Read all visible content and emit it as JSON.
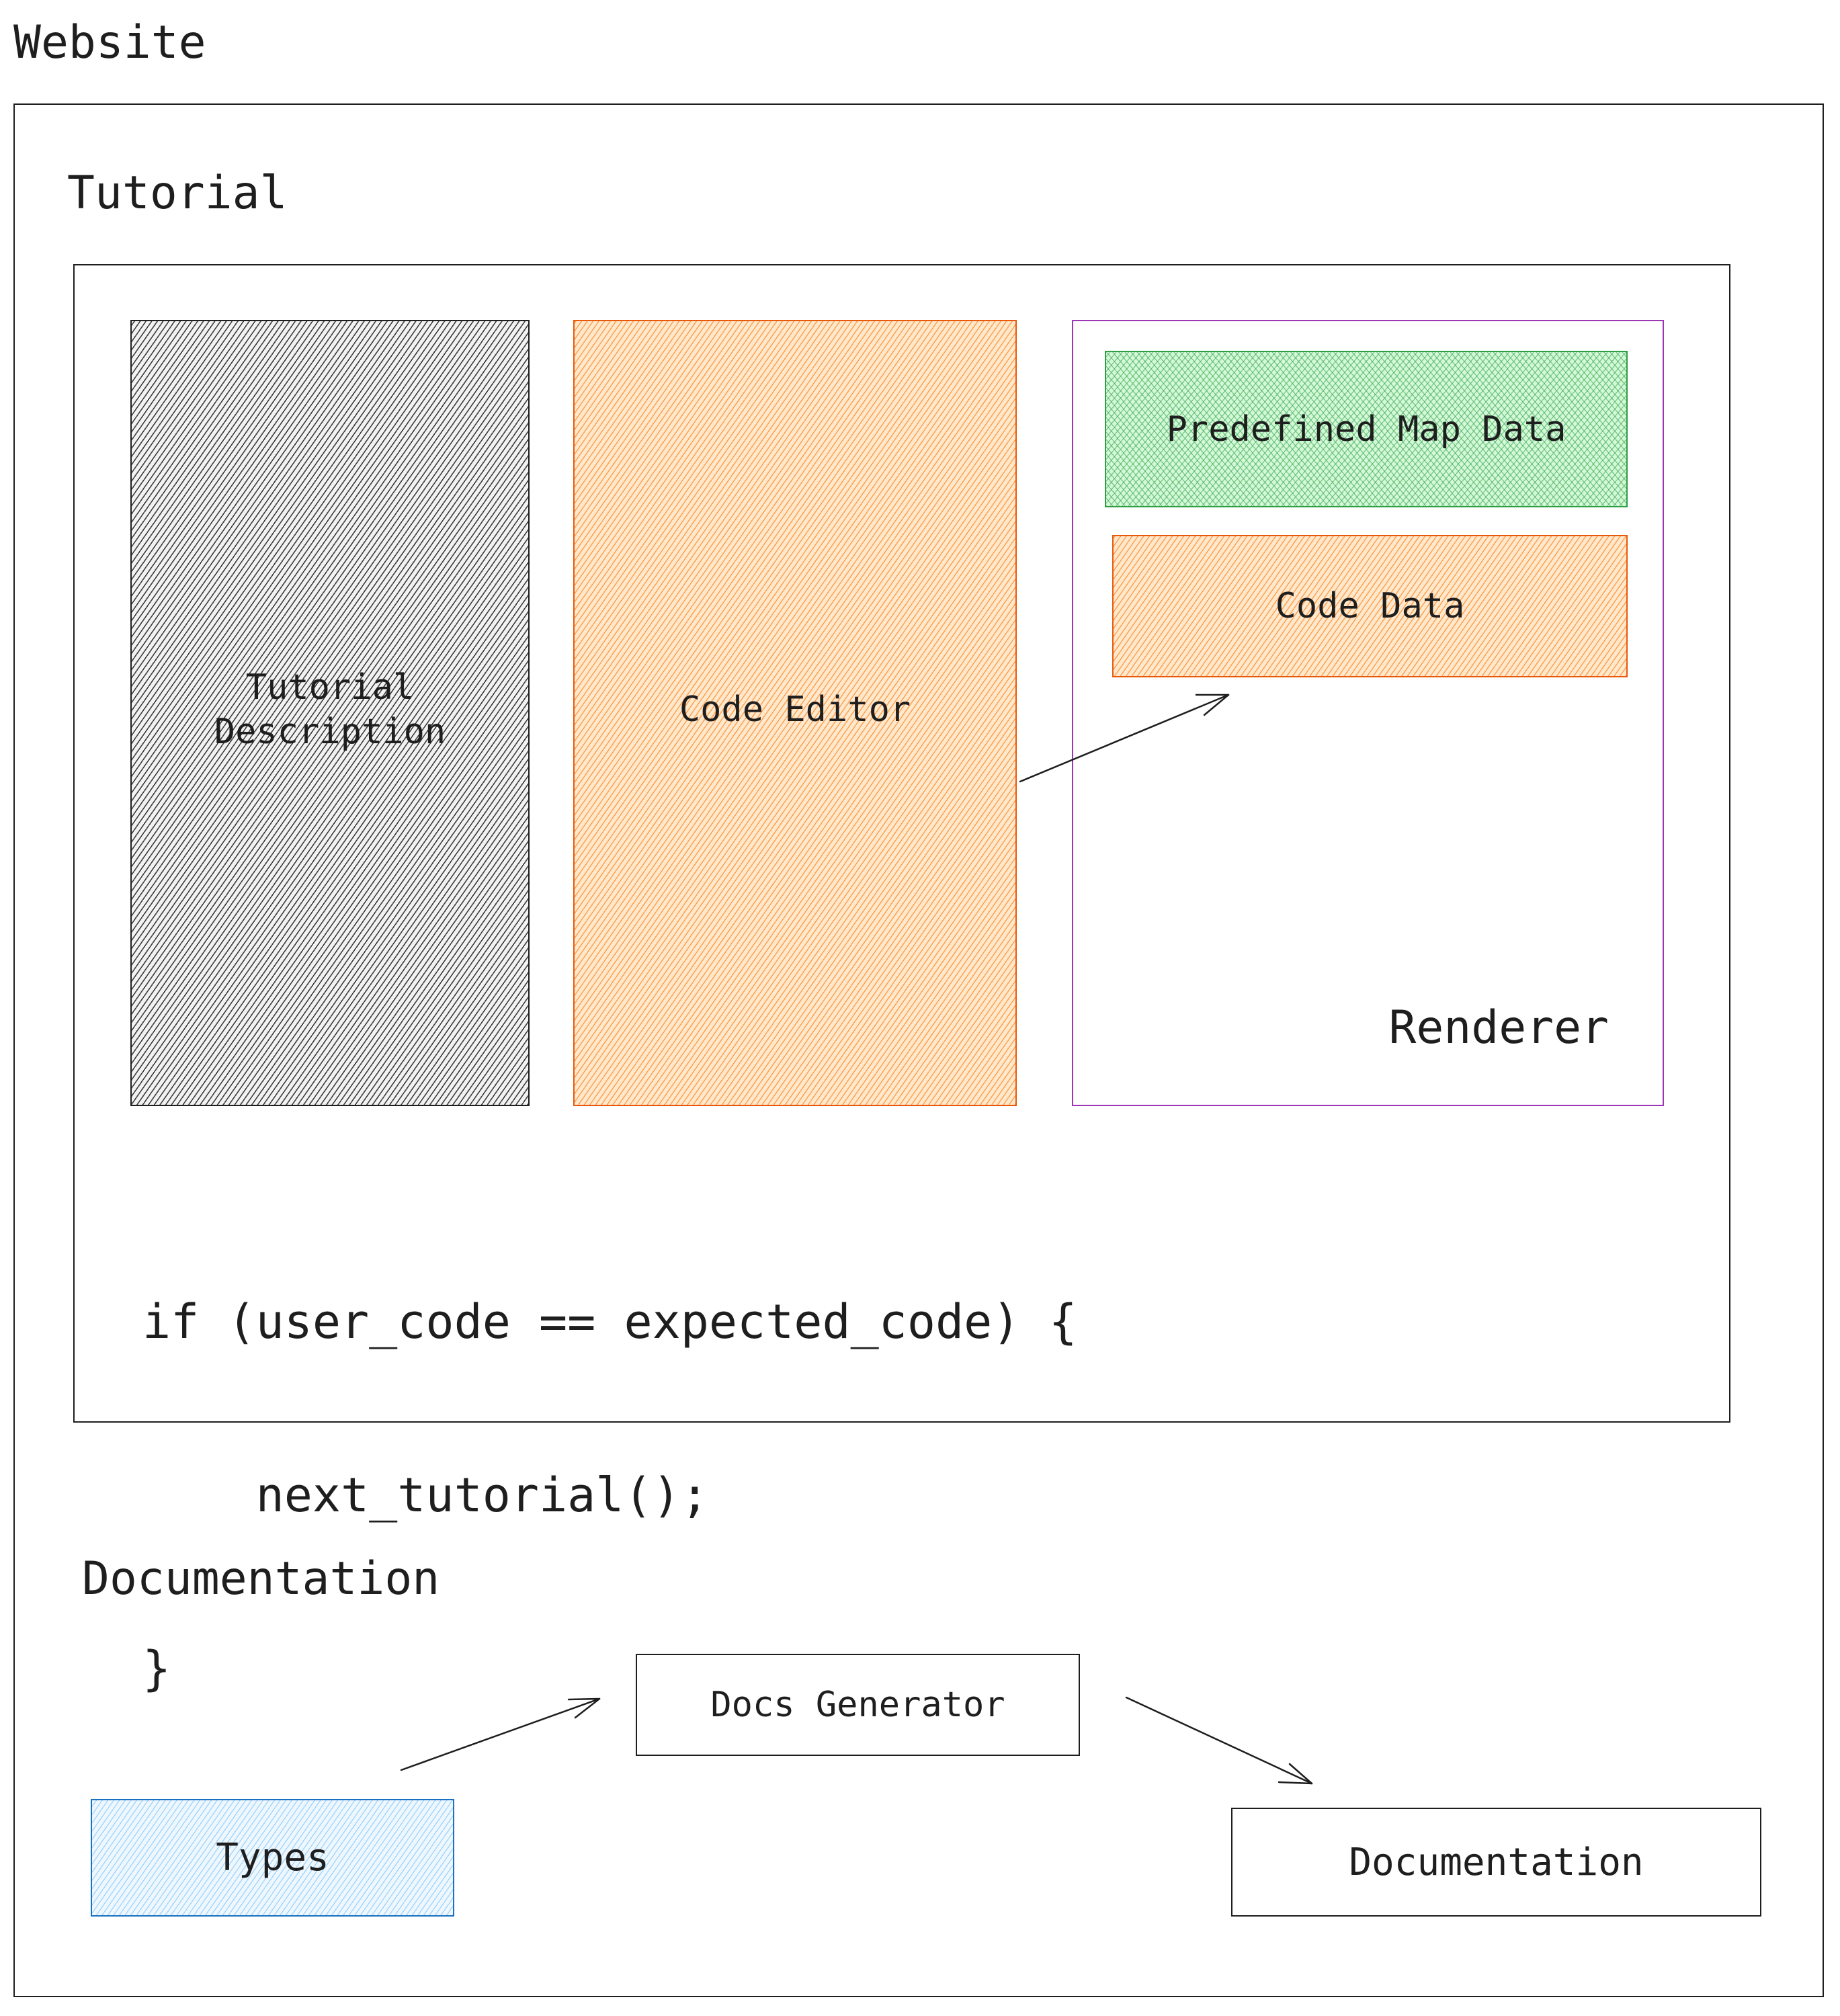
{
  "website": {
    "title": "Website"
  },
  "tutorial": {
    "title": "Tutorial",
    "description_box": {
      "label": "Tutorial\nDescription"
    },
    "code_editor_box": {
      "label": "Code Editor"
    },
    "renderer": {
      "label": "Renderer",
      "map_data_box": {
        "label": "Predefined Map Data"
      },
      "code_data_box": {
        "label": "Code Data"
      }
    },
    "code_snippet": {
      "line1": "if (user_code == expected_code) {",
      "line2": "    next_tutorial();",
      "line3": "}"
    }
  },
  "documentation": {
    "title": "Documentation",
    "types_box": {
      "label": "Types"
    },
    "docs_generator_box": {
      "label": "Docs Generator"
    },
    "documentation_box": {
      "label": "Documentation"
    }
  },
  "colors": {
    "stroke": "#1e1e1e",
    "orange_stroke": "#e8590c",
    "green_stroke": "#2f9e44",
    "blue_stroke": "#1971c2",
    "purple_stroke": "#9c36b5"
  }
}
